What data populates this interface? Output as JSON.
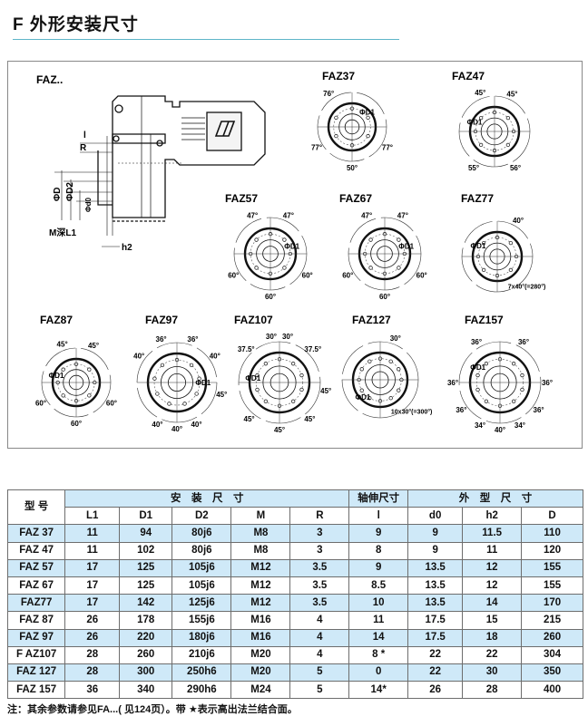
{
  "page": {
    "title": "F 外形安装尺寸",
    "note": "注：其余参数请参见FA...( 见124页）。带 ★表示高出法兰结合面。"
  },
  "drawing": {
    "main_label": "FAZ..",
    "dims": {
      "l": "l",
      "R": "R",
      "D": "ΦD",
      "D2": "ΦD2",
      "d0": "Φd0",
      "M": "M深L1",
      "h2": "h2"
    },
    "flanges": [
      {
        "name": "FAZ37",
        "labels": [
          "76°",
          "ΦD1",
          "77°",
          "50°",
          "77°"
        ]
      },
      {
        "name": "FAZ47",
        "labels": [
          "45°",
          "45°",
          "ΦD1",
          "55°",
          "56°"
        ]
      },
      {
        "name": "FAZ57",
        "labels": [
          "47°",
          "47°",
          "ΦD1",
          "60°",
          "60°",
          "60°"
        ]
      },
      {
        "name": "FAZ67",
        "labels": [
          "47°",
          "47°",
          "ΦD1",
          "60°",
          "60°",
          "60°"
        ]
      },
      {
        "name": "FAZ77",
        "labels": [
          "40°",
          "ΦD1",
          "7x40°(=280°)"
        ]
      },
      {
        "name": "FAZ87",
        "labels": [
          "45°",
          "45°",
          "ΦD1",
          "60°",
          "60°",
          "60°"
        ]
      },
      {
        "name": "FAZ97",
        "labels": [
          "36°",
          "36°",
          "40°",
          "40°",
          "ΦD1",
          "45°",
          "40°",
          "40°",
          "40°"
        ]
      },
      {
        "name": "FAZ107",
        "labels": [
          "30°",
          "30°",
          "37.5°",
          "37.5°",
          "ΦD1",
          "45°",
          "45°",
          "45°",
          "45°"
        ]
      },
      {
        "name": "FAZ127",
        "labels": [
          "30°",
          "ΦD1",
          "10x30°(=300°)"
        ]
      },
      {
        "name": "FAZ157",
        "labels": [
          "36°",
          "36°",
          "ΦD1",
          "36°",
          "36°",
          "36°",
          "34°",
          "40°",
          "34°",
          "36°"
        ]
      }
    ]
  },
  "table": {
    "model_header": "型 号",
    "groups": [
      "安　装　尺　寸",
      "轴伸尺寸",
      "外　型　尺　寸"
    ],
    "columns": [
      "L1",
      "D1",
      "D2",
      "M",
      "R",
      "l",
      "d0",
      "h2",
      "D"
    ],
    "rows": [
      [
        "FAZ 37",
        "11",
        "94",
        "80j6",
        "M8",
        "3",
        "9",
        "9",
        "11.5",
        "110"
      ],
      [
        "FAZ 47",
        "11",
        "102",
        "80j6",
        "M8",
        "3",
        "8",
        "9",
        "11",
        "120"
      ],
      [
        "FAZ 57",
        "17",
        "125",
        "105j6",
        "M12",
        "3.5",
        "9",
        "13.5",
        "12",
        "155"
      ],
      [
        "FAZ 67",
        "17",
        "125",
        "105j6",
        "M12",
        "3.5",
        "8.5",
        "13.5",
        "12",
        "155"
      ],
      [
        "FAZ77",
        "17",
        "142",
        "125j6",
        "M12",
        "3.5",
        "10",
        "13.5",
        "14",
        "170"
      ],
      [
        "FAZ 87",
        "26",
        "178",
        "155j6",
        "M16",
        "4",
        "11",
        "17.5",
        "15",
        "215"
      ],
      [
        "FAZ 97",
        "26",
        "220",
        "180j6",
        "M16",
        "4",
        "14",
        "17.5",
        "18",
        "260"
      ],
      [
        "F AZ107",
        "28",
        "260",
        "210j6",
        "M20",
        "4",
        "8 *",
        "22",
        "22",
        "304"
      ],
      [
        "FAZ 127",
        "28",
        "300",
        "250h6",
        "M20",
        "5",
        "0",
        "22",
        "30",
        "350"
      ],
      [
        "FAZ 157",
        "36",
        "340",
        "290h6",
        "M24",
        "5",
        "14*",
        "26",
        "28",
        "400"
      ]
    ]
  },
  "colors": {
    "accent_rule": "#5fb6c8",
    "row_blue": "#cfe9f8"
  }
}
